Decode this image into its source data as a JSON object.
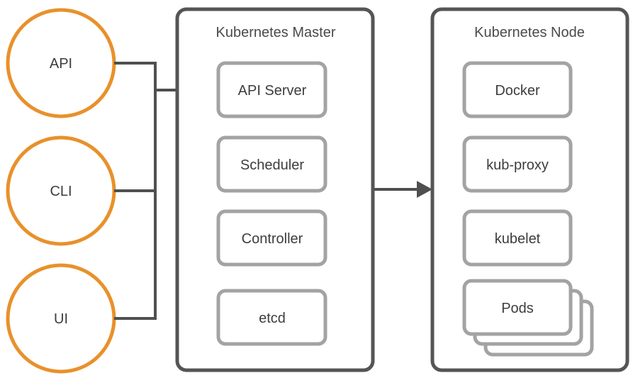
{
  "clients": [
    {
      "label": "API"
    },
    {
      "label": "CLI"
    },
    {
      "label": "UI"
    }
  ],
  "master": {
    "title": "Kubernetes Master",
    "components": [
      {
        "label": "API Server"
      },
      {
        "label": "Scheduler"
      },
      {
        "label": "Controller"
      },
      {
        "label": "etcd"
      }
    ]
  },
  "node": {
    "title": "Kubernetes Node",
    "components": [
      {
        "label": "Docker"
      },
      {
        "label": "kub-proxy"
      },
      {
        "label": "kubelet"
      },
      {
        "label": "Pods"
      }
    ]
  },
  "colors": {
    "client_stroke": "#e8912b",
    "container_stroke": "#555555",
    "component_stroke": "#a3a3a3",
    "connector": "#4f4f4f",
    "text": "#3d3d3d"
  }
}
